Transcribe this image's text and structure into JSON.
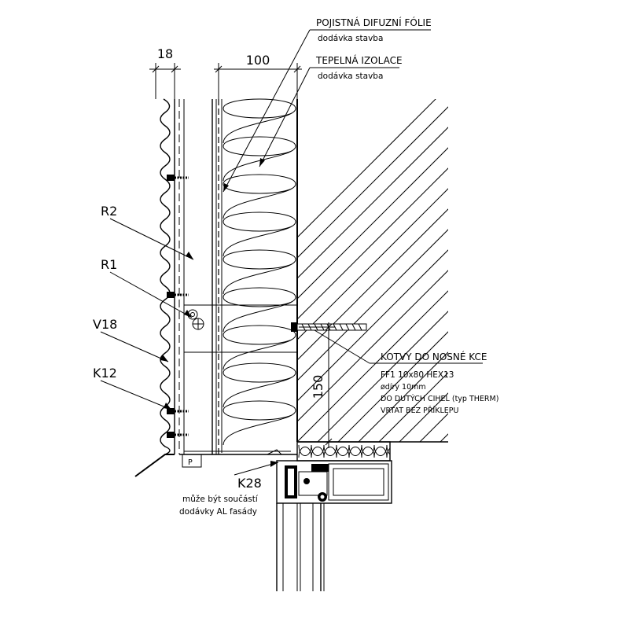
{
  "dimensions": {
    "cladding_gap": "18",
    "insulation_thickness": "100",
    "anchor_spacing": "150"
  },
  "notes": {
    "foil_title": "POJISTNÁ DIFUZNÍ FÓLIE",
    "foil_supply": "dodávka stavba",
    "insulation_title": "TEPELNÁ IZOLACE",
    "insulation_supply": "dodávka stavba",
    "anchors_title": "KOTVY DO NOSNÉ KCE",
    "anchors_line1": "FF1  10x80  HEX13",
    "anchors_line2": "ødíry 10mm",
    "anchors_line3": "DO DUTÝCH CIHEL (typ THERM)",
    "anchors_line4": "VRTAT BEZ PŘÍKLEPU",
    "k28_note_line1": "může být součástí",
    "k28_note_line2": "dodávky AL fasády"
  },
  "labels": {
    "r2": "R2",
    "r1": "R1",
    "v18": "V18",
    "k12": "K12",
    "k28": "K28",
    "p": "P"
  }
}
